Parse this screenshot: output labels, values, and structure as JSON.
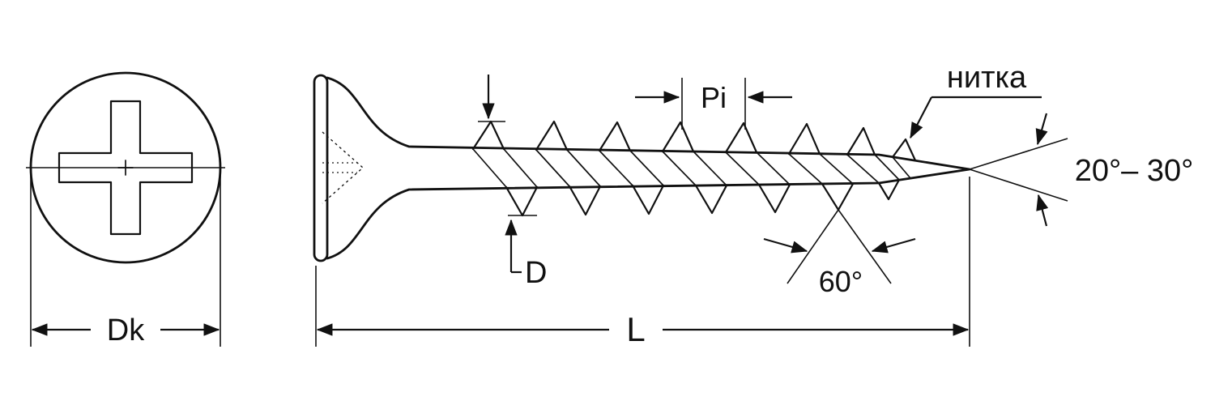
{
  "diagram": {
    "description": "Technical drawing of a drywall screw with dimension callouts (front head view and side view)",
    "labels": {
      "head_diameter": "Dk",
      "thread_diameter": "D",
      "pitch": "Pi",
      "length": "L",
      "thread_profile_angle": "60°",
      "tip_angle": "20°– 30°",
      "thread_name": "нитка"
    },
    "colors": {
      "line": "#111111",
      "background": "#ffffff"
    }
  }
}
